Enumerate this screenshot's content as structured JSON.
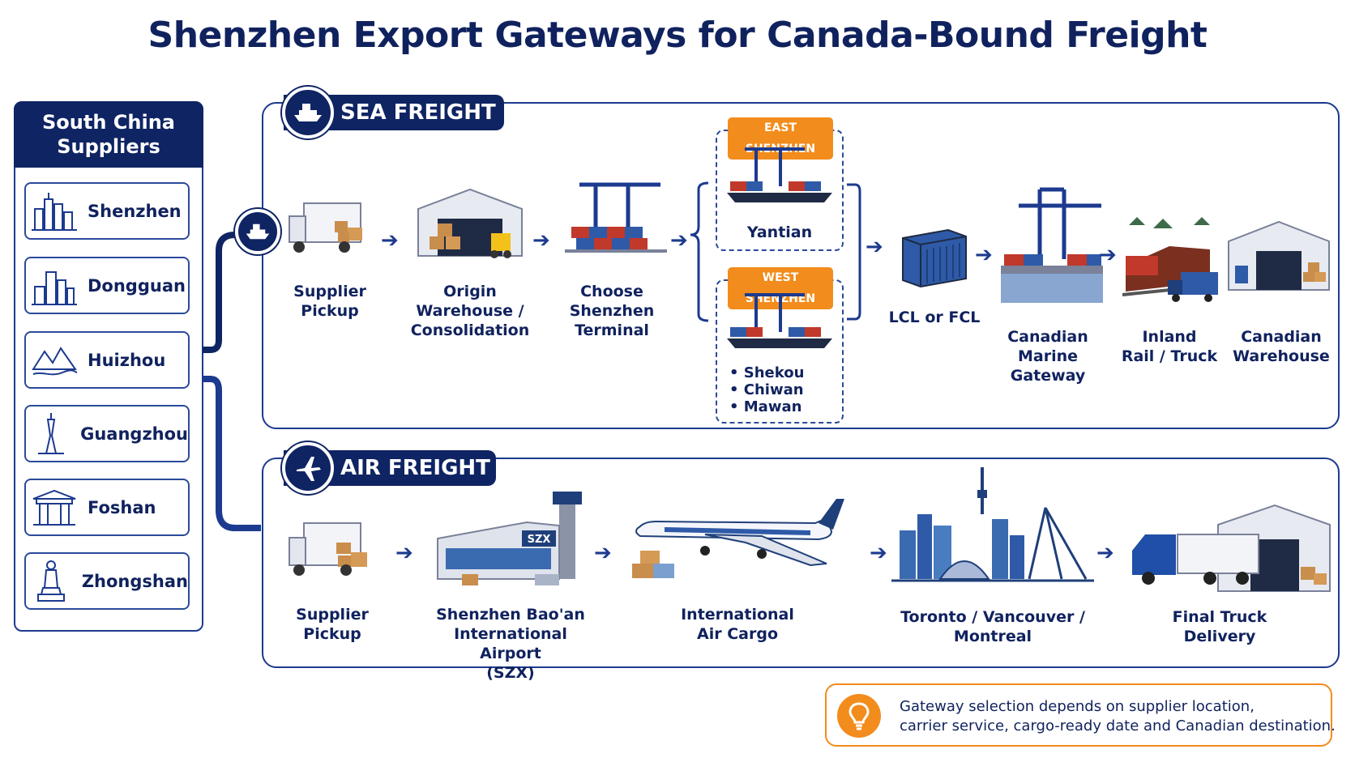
{
  "title": "Shenzhen Export Gateways for Canada-Bound Freight",
  "suppliers": {
    "heading": "South China Suppliers",
    "heading_line1": "South China",
    "heading_line2": "Suppliers",
    "cities": [
      "Shenzhen",
      "Dongguan",
      "Huizhou",
      "Guangzhou",
      "Foshan",
      "Zhongshan"
    ]
  },
  "sea": {
    "tab": "SEA FREIGHT",
    "steps": {
      "pickup": [
        "Supplier",
        "Pickup"
      ],
      "warehouse": [
        "Origin",
        "Warehouse /",
        "Consolidation"
      ],
      "terminal": [
        "Choose",
        "Shenzhen",
        "Terminal"
      ],
      "lcl": [
        "LCL or FCL"
      ],
      "gateway": [
        "Canadian",
        "Marine",
        "Gateway"
      ],
      "inland": [
        "Inland",
        "Rail / Truck"
      ],
      "cwarehouse": [
        "Canadian",
        "Warehouse"
      ]
    },
    "east": {
      "tag": "EAST SHENZHEN",
      "port": "Yantian"
    },
    "west": {
      "tag": "WEST SHENZHEN",
      "ports": [
        "• Shekou",
        "• Chiwan",
        "• Mawan"
      ]
    }
  },
  "air": {
    "tab": "AIR FREIGHT",
    "steps": {
      "pickup": [
        "Supplier",
        "Pickup"
      ],
      "airport": [
        "Shenzhen Bao'an",
        "International Airport",
        "(SZX)"
      ],
      "airport_sign": "SZX",
      "cargo": [
        "International",
        "Air Cargo"
      ],
      "cities": [
        "Toronto / Vancouver /",
        "Montreal"
      ],
      "delivery": [
        "Final Truck",
        "Delivery"
      ]
    }
  },
  "note": [
    "Gateway selection depends on supplier location,",
    "carrier service, cargo-ready date and Canadian destination."
  ],
  "colors": {
    "navy": "#0f2463",
    "accent": "#f28c1c",
    "border": "#1c3a8f"
  }
}
